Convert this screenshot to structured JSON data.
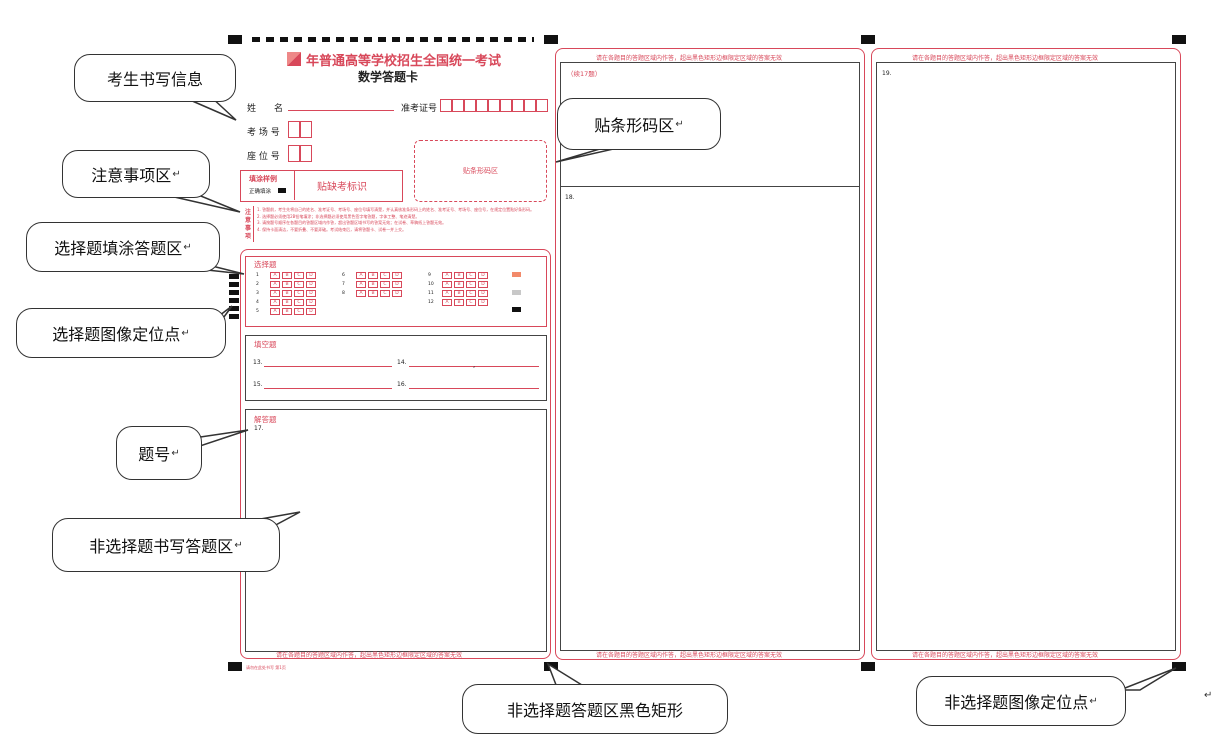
{
  "header": {
    "title": "年普通高等学校招生全国统一考试",
    "subtitle": "数学答题卡"
  },
  "candidate": {
    "name_label": "姓　　名",
    "exam_id_label": "准考证号",
    "room_label": "考 场 号",
    "seat_label": "座 位 号",
    "barcode_label": "贴条形码区",
    "fill_example_label": "填涂样例",
    "correct_fill_label": "正确填涂",
    "absent_label": "贴缺考标识"
  },
  "notice": {
    "title": "注意事项",
    "items": [
      "1. 答题前，考生先将自己的姓名、准考证号、考场号、座位号填写清楚，并认真核准条形码上的姓名、准考证号、考场号、座位号，在规定位置贴好条形码。",
      "2. 选择题必须使用2B铅笔填涂；非选择题必须使用黑色签字笔答题，字体工整、笔迹清楚。",
      "3. 请按题号顺序在各题目的答题区域内作答，超出答题区域书写的答案无效；在试卷、草稿纸上答题无效。",
      "4. 保持卡面清洁，不要折叠、不要弄破。考试结束后，请将答题卡、试卷一并上交。"
    ]
  },
  "choice": {
    "title": "选择题",
    "options": [
      "A",
      "B",
      "C",
      "D"
    ],
    "col1": [
      "1",
      "2",
      "3",
      "4",
      "5"
    ],
    "col2": [
      "6",
      "7",
      "8"
    ],
    "col3": [
      "9",
      "10",
      "11",
      "12"
    ]
  },
  "fill": {
    "title": "填空题",
    "q13": "13.",
    "q14": "14.",
    "q15": "15.",
    "q16": "16."
  },
  "solve": {
    "title": "解答题",
    "q17": "17."
  },
  "col2": {
    "cont": "（续17题）",
    "q18": "18."
  },
  "col3": {
    "q19": "19."
  },
  "warning": "请在各题目的答题区域内作答，超出黑色矩形边框限定区域的答案无效",
  "footer": "请勿在此处书写 第1页",
  "callouts": {
    "candidate_info": "考生书写信息",
    "barcode_area": "贴条形码区",
    "notice_area": "注意事项区",
    "choice_area": "选择题填涂答题区",
    "choice_markers": "选择题图像定位点",
    "question_number": "题号",
    "written_area": "非选择题书写答题区",
    "black_rect": "非选择题答题区黑色矩形",
    "written_markers": "非选择题图像定位点"
  },
  "colors": {
    "accent": "#d8485a",
    "marker": "#111111"
  }
}
